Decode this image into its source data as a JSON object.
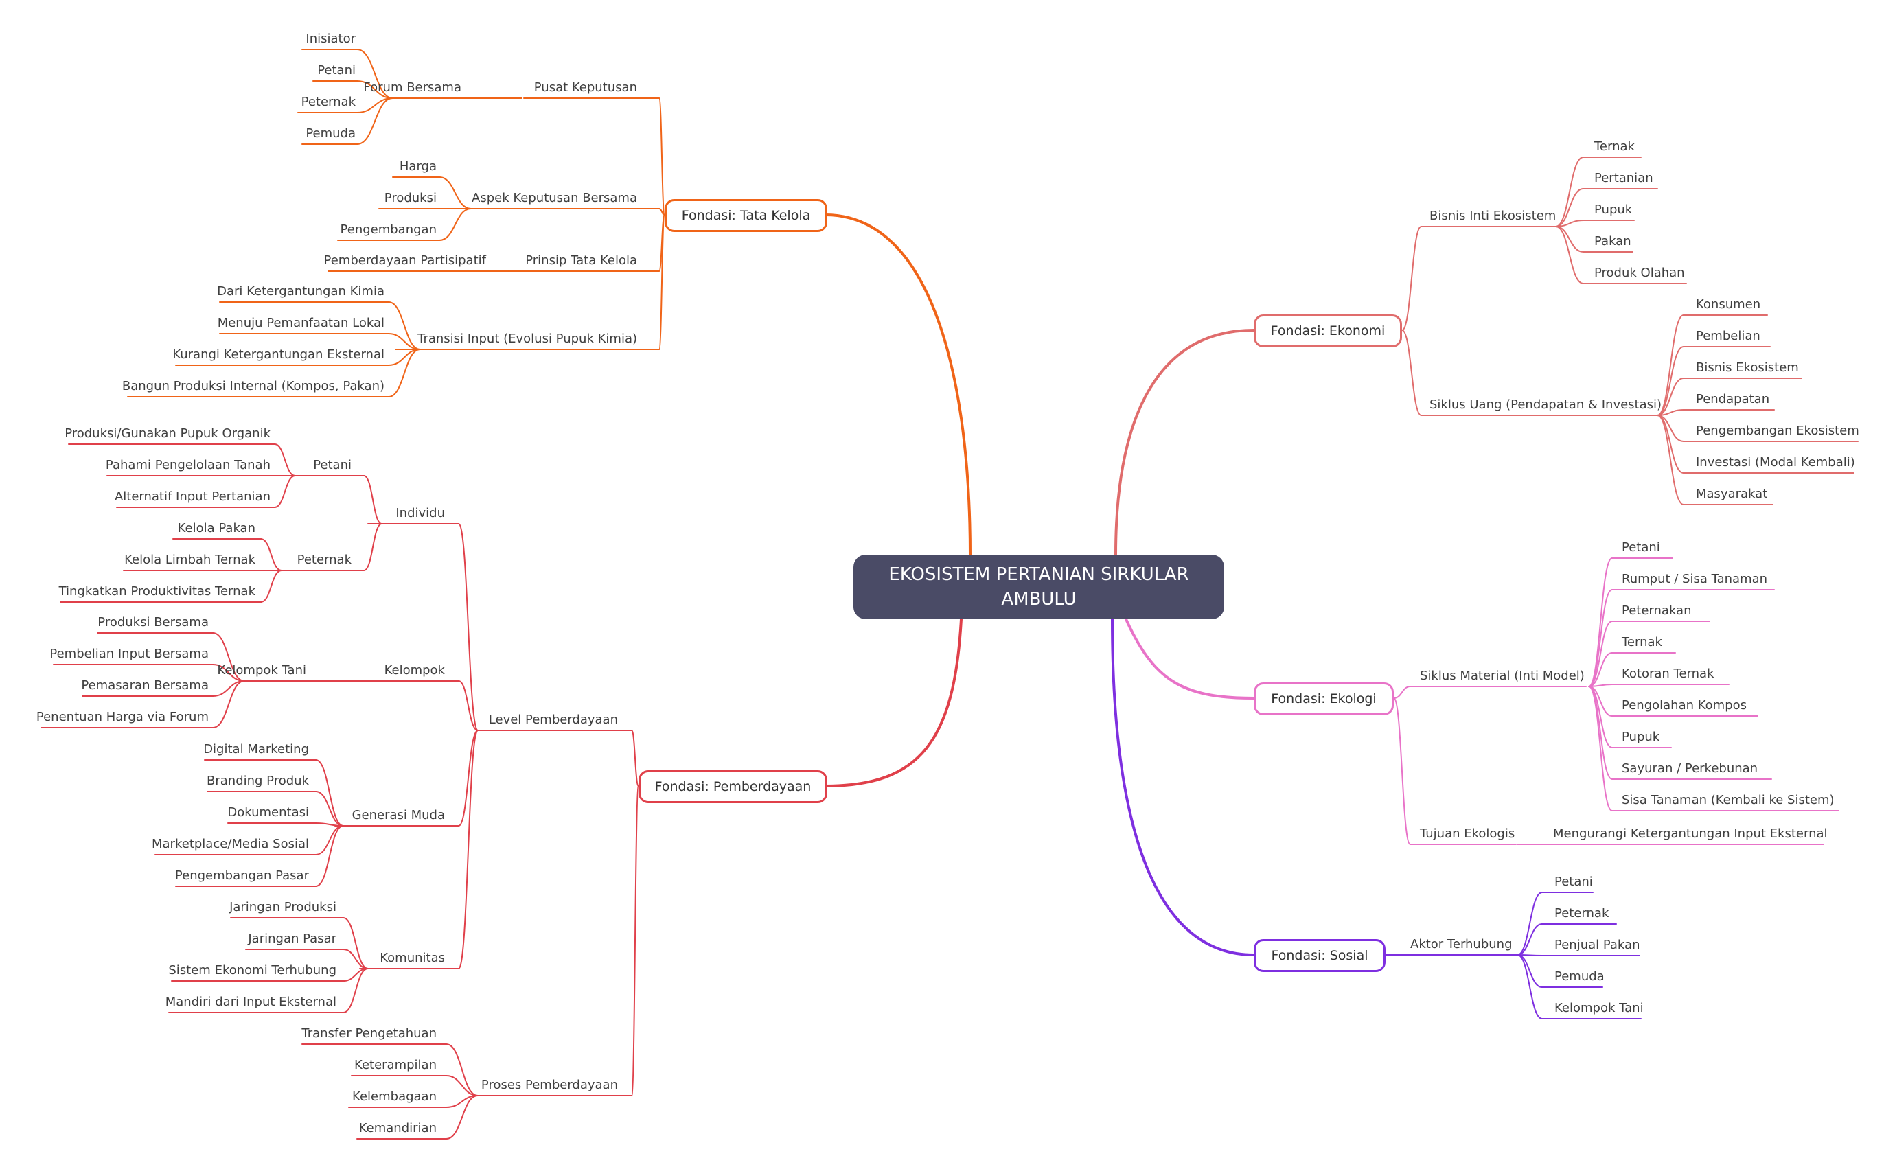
{
  "central": {
    "line1": "EKOSISTEM PERTANIAN SIRKULAR",
    "line2": "AMBULU",
    "color": "#4a4b66"
  },
  "colors": {
    "tata_kelola": "#f06418",
    "pemberdayaan": "#e0404a",
    "ekonomi": "#e06c6c",
    "ekologi": "#e873c8",
    "sosial": "#7e2fe0"
  },
  "tree": [
    {
      "label": "Fondasi: Tata Kelola",
      "color": "#f06418",
      "children": [
        {
          "label": "Pusat Keputusan",
          "children": [
            {
              "label": "Forum Bersama",
              "children": [
                {
                  "label": "Inisiator"
                },
                {
                  "label": "Petani"
                },
                {
                  "label": "Peternak"
                },
                {
                  "label": "Pemuda"
                }
              ]
            }
          ]
        },
        {
          "label": "Aspek Keputusan Bersama",
          "children": [
            {
              "label": "Harga"
            },
            {
              "label": "Produksi"
            },
            {
              "label": "Pengembangan"
            }
          ]
        },
        {
          "label": "Prinsip Tata Kelola",
          "children": [
            {
              "label": "Pemberdayaan Partisipatif"
            }
          ]
        },
        {
          "label": "Transisi Input (Evolusi Pupuk Kimia)",
          "children": [
            {
              "label": "Dari Ketergantungan Kimia"
            },
            {
              "label": "Menuju Pemanfaatan Lokal"
            },
            {
              "label": "Kurangi Ketergantungan Eksternal"
            },
            {
              "label": "Bangun Produksi Internal (Kompos, Pakan)"
            }
          ]
        }
      ]
    },
    {
      "label": "Fondasi: Pemberdayaan",
      "color": "#e0404a",
      "children": [
        {
          "label": "Level Pemberdayaan",
          "children": [
            {
              "label": "Individu",
              "children": [
                {
                  "label": "Petani",
                  "children": [
                    {
                      "label": "Produksi/Gunakan Pupuk Organik"
                    },
                    {
                      "label": "Pahami Pengelolaan Tanah"
                    },
                    {
                      "label": "Alternatif Input Pertanian"
                    }
                  ]
                },
                {
                  "label": "Peternak",
                  "children": [
                    {
                      "label": "Kelola Pakan"
                    },
                    {
                      "label": "Kelola Limbah Ternak"
                    },
                    {
                      "label": "Tingkatkan Produktivitas Ternak"
                    }
                  ]
                }
              ]
            },
            {
              "label": "Kelompok",
              "children": [
                {
                  "label": "Kelompok Tani",
                  "children": [
                    {
                      "label": "Produksi Bersama"
                    },
                    {
                      "label": "Pembelian Input Bersama"
                    },
                    {
                      "label": "Pemasaran Bersama"
                    },
                    {
                      "label": "Penentuan Harga via Forum"
                    }
                  ]
                }
              ]
            },
            {
              "label": "Generasi Muda",
              "children": [
                {
                  "label": "Digital Marketing"
                },
                {
                  "label": "Branding Produk"
                },
                {
                  "label": "Dokumentasi"
                },
                {
                  "label": "Marketplace/Media Sosial"
                },
                {
                  "label": "Pengembangan Pasar"
                }
              ]
            },
            {
              "label": "Komunitas",
              "children": [
                {
                  "label": "Jaringan Produksi"
                },
                {
                  "label": "Jaringan Pasar"
                },
                {
                  "label": "Sistem Ekonomi Terhubung"
                },
                {
                  "label": "Mandiri dari Input Eksternal"
                }
              ]
            }
          ]
        },
        {
          "label": "Proses Pemberdayaan",
          "children": [
            {
              "label": "Transfer Pengetahuan"
            },
            {
              "label": "Keterampilan"
            },
            {
              "label": "Kelembagaan"
            },
            {
              "label": "Kemandirian"
            }
          ]
        }
      ]
    },
    {
      "label": "Fondasi: Ekonomi",
      "color": "#e06c6c",
      "children": [
        {
          "label": "Bisnis Inti Ekosistem",
          "children": [
            {
              "label": "Ternak"
            },
            {
              "label": "Pertanian"
            },
            {
              "label": "Pupuk"
            },
            {
              "label": "Pakan"
            },
            {
              "label": "Produk Olahan"
            }
          ]
        },
        {
          "label": "Siklus Uang (Pendapatan & Investasi)",
          "children": [
            {
              "label": "Konsumen"
            },
            {
              "label": "Pembelian"
            },
            {
              "label": "Bisnis Ekosistem"
            },
            {
              "label": "Pendapatan"
            },
            {
              "label": "Pengembangan Ekosistem"
            },
            {
              "label": "Investasi (Modal Kembali)"
            },
            {
              "label": "Masyarakat"
            }
          ]
        }
      ]
    },
    {
      "label": "Fondasi: Ekologi",
      "color": "#e873c8",
      "children": [
        {
          "label": "Siklus Material (Inti Model)",
          "children": [
            {
              "label": "Petani"
            },
            {
              "label": "Rumput / Sisa Tanaman"
            },
            {
              "label": "Peternakan"
            },
            {
              "label": "Ternak"
            },
            {
              "label": "Kotoran Ternak"
            },
            {
              "label": "Pengolahan Kompos"
            },
            {
              "label": "Pupuk"
            },
            {
              "label": "Sayuran / Perkebunan"
            },
            {
              "label": "Sisa Tanaman (Kembali ke Sistem)"
            }
          ]
        },
        {
          "label": "Tujuan Ekologis",
          "children": [
            {
              "label": "Mengurangi Ketergantungan Input Eksternal"
            }
          ]
        }
      ]
    },
    {
      "label": "Fondasi: Sosial",
      "color": "#7e2fe0",
      "children": [
        {
          "label": "Aktor Terhubung",
          "children": [
            {
              "label": "Petani"
            },
            {
              "label": "Peternak"
            },
            {
              "label": "Penjual Pakan"
            },
            {
              "label": "Pemuda"
            },
            {
              "label": "Kelompok Tani"
            }
          ]
        }
      ]
    }
  ]
}
